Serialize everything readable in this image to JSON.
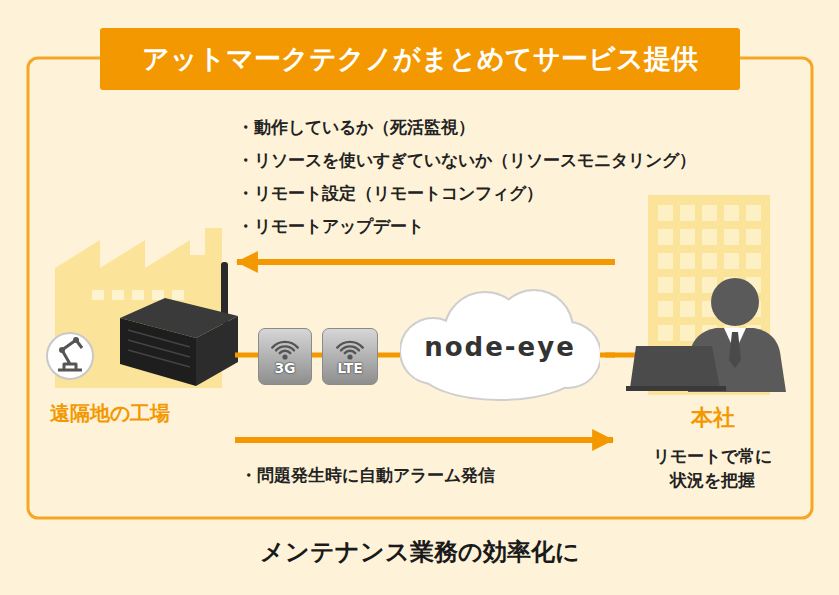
{
  "diagram": {
    "title": "アットマークテクノがまとめてサービス提供",
    "caption": "メンテナンス業務の効率化に",
    "nodes": [
      {
        "text": [
          "遠隔地の工場"
        ]
      },
      {
        "text": [
          "3G"
        ]
      },
      {
        "text": [
          "LTE"
        ]
      },
      {
        "text": [
          "node-eye"
        ]
      },
      {
        "text": [
          "本社",
          "リモートで常に 状況を把握"
        ]
      }
    ],
    "edges": [
      {
        "from": 0,
        "to": 1,
        "arrow": "none"
      },
      {
        "from": 1,
        "to": 2,
        "arrow": "none"
      },
      {
        "from": 2,
        "to": 3,
        "arrow": "none"
      },
      {
        "from": 3,
        "to": 4,
        "arrow": "none"
      },
      {
        "from": 4,
        "to": 0,
        "arrow": "to"
      },
      {
        "from": 0,
        "to": 4,
        "arrow": "to"
      }
    ],
    "labels": [
      "・動作しているか（死活監視）",
      "・リソースを使いすぎていないか（リソースモニタリング）",
      "・リモート設定（リモートコンフィグ）",
      "・リモートアップデート",
      "・問題発生時に自動アラーム発信"
    ]
  }
}
